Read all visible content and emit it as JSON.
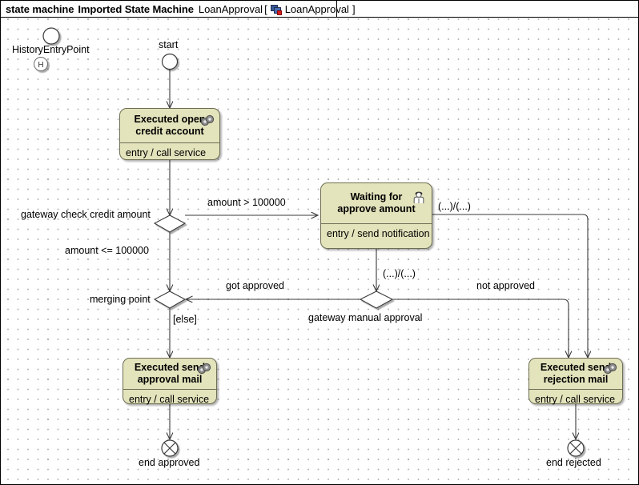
{
  "header": {
    "kind_label": "state machine",
    "diagram_label": "Imported State Machine",
    "machine_name": "LoanApproval",
    "bracket_open": "[",
    "tab_name": "LoanApproval",
    "bracket_close": "]",
    "tab_icon": "state-machine-icon"
  },
  "diagram": {
    "type": "uml-state-machine",
    "background": "#ffffff",
    "grid": "dotted",
    "state_fill": "#e3e3bc",
    "state_border": "#6e6e55",
    "line_color": "#3a3a3a"
  },
  "nodes": {
    "history_entry_point": {
      "label": "HistoryEntryPoint",
      "kind": "entry-point",
      "history_glyph": "H"
    },
    "start": {
      "label": "start",
      "kind": "initial-pseudostate"
    },
    "open_credit_account": {
      "title_line1": "Executed open",
      "title_line2": "credit account",
      "body": "entry / call service",
      "icon": "service-task-icon"
    },
    "gateway_check": {
      "label": "gateway check credit amount",
      "kind": "choice-pseudostate"
    },
    "waiting_for_approve": {
      "title_line1": "Waiting for",
      "title_line2": "approve amount",
      "body": "entry / send notification",
      "icon": "human-task-icon"
    },
    "merging_point": {
      "label": "merging point",
      "kind": "junction-pseudostate"
    },
    "gateway_manual": {
      "label": "gateway manual approval",
      "kind": "choice-pseudostate"
    },
    "send_approval_mail": {
      "title_line1": "Executed send",
      "title_line2": "approval mail",
      "body": "entry / call service",
      "icon": "service-task-icon"
    },
    "send_rejection_mail": {
      "title_line1": "Executed send",
      "title_line2": "rejection mail",
      "body": "entry / call service",
      "icon": "service-task-icon"
    },
    "end_approved": {
      "label": "end approved",
      "kind": "terminate-node"
    },
    "end_rejected": {
      "label": "end rejected",
      "kind": "terminate-node"
    }
  },
  "transitions": [
    {
      "id": "t1",
      "from": "start",
      "to": "open_credit_account",
      "label": ""
    },
    {
      "id": "t2",
      "from": "open_credit_account",
      "to": "gateway_check",
      "label": ""
    },
    {
      "id": "t3",
      "from": "gateway_check",
      "to": "waiting_for_approve",
      "label": "amount > 100000"
    },
    {
      "id": "t4",
      "from": "gateway_check",
      "to": "merging_point",
      "label": "amount <= 100000"
    },
    {
      "id": "t5",
      "from": "waiting_for_approve",
      "to": "gateway_manual",
      "label": "(...)/(...)"
    },
    {
      "id": "t6",
      "from": "waiting_for_approve",
      "to": "send_rejection_mail",
      "label": "(...)/(...)"
    },
    {
      "id": "t7",
      "from": "gateway_manual",
      "to": "merging_point",
      "label": "got approved"
    },
    {
      "id": "t8",
      "from": "gateway_manual",
      "to": "send_rejection_mail",
      "label": "not approved"
    },
    {
      "id": "t9",
      "from": "merging_point",
      "to": "send_approval_mail",
      "label": "[else]"
    },
    {
      "id": "t10",
      "from": "send_approval_mail",
      "to": "end_approved",
      "label": ""
    },
    {
      "id": "t11",
      "from": "send_rejection_mail",
      "to": "end_rejected",
      "label": ""
    }
  ],
  "edge_labels": {
    "amount_gt": "amount > 100000",
    "amount_le": "amount <= 100000",
    "dots_right": "(...)/(...)",
    "dots_down": "(...)/(...)",
    "got_approved": "got approved",
    "not_approved": "not approved",
    "else": "[else]"
  }
}
